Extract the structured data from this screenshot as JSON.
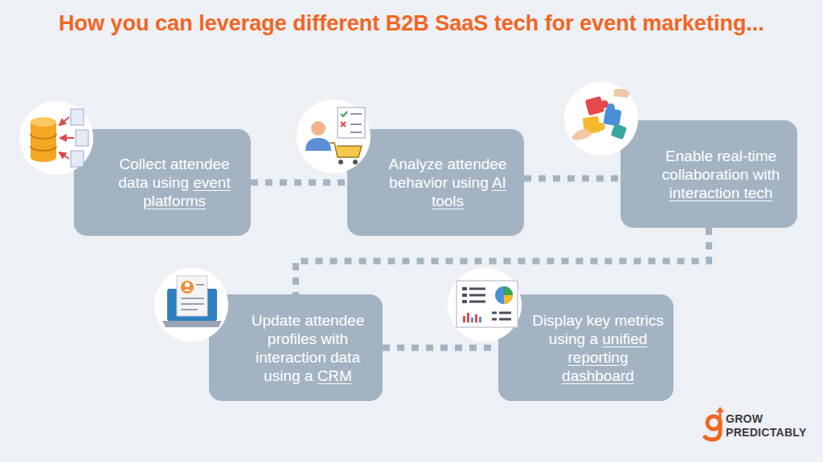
{
  "diagram": {
    "title": "How you can leverage different B2B SaaS tech for event marketing...",
    "nodes": [
      {
        "text": [
          "Collect attendee data using",
          "event platforms"
        ]
      },
      {
        "text": [
          "Analyze attendee behavior using",
          "AI tools"
        ]
      },
      {
        "text": [
          "Enable real-time collaboration with",
          "interaction tech"
        ]
      },
      {
        "text": [
          "Update attendee profiles with interaction data using a",
          "CRM"
        ]
      },
      {
        "text": [
          "Display key metrics using a",
          "unified reporting dashboard"
        ]
      }
    ],
    "edges": [
      {
        "from": 0,
        "to": 1,
        "arrow": "none"
      },
      {
        "from": 1,
        "to": 2,
        "arrow": "none"
      },
      {
        "from": 2,
        "to": 3,
        "arrow": "none"
      },
      {
        "from": 3,
        "to": 4,
        "arrow": "none"
      }
    ],
    "labels": [
      "GROW",
      "PREDICTABLY"
    ]
  }
}
